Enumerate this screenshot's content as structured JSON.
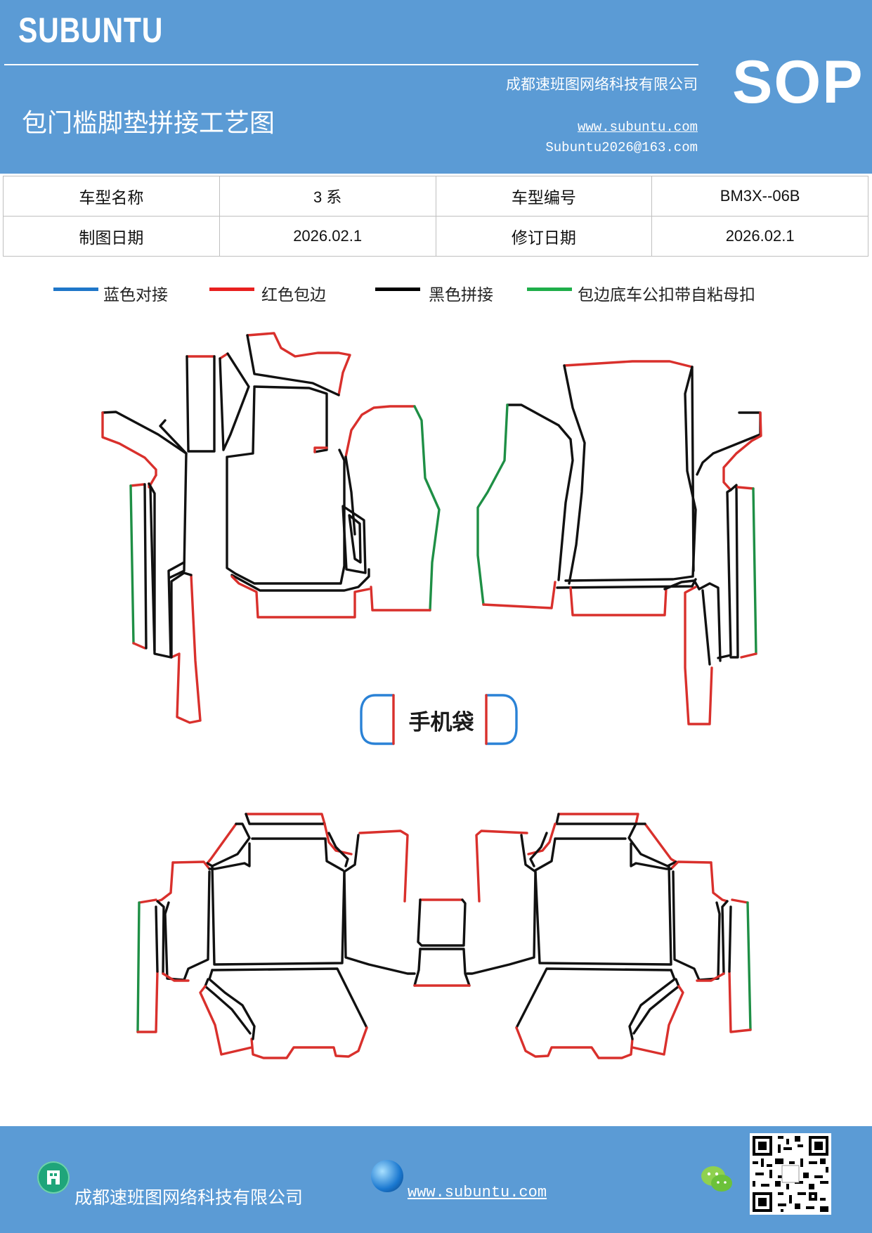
{
  "header": {
    "brand": "SUBUNTU",
    "badge": "SOP",
    "company": "成都速班图网络科技有限公司",
    "title": "包门槛脚垫拼接工艺图",
    "website": "www.subuntu.com",
    "email": "Subuntu2026@163.com"
  },
  "info_table": {
    "rows": [
      [
        "车型名称",
        "3 系",
        "车型编号",
        "BM3X--06B"
      ],
      [
        "制图日期",
        "2026.02.1",
        "修订日期",
        "2026.02.1"
      ]
    ]
  },
  "legend": [
    {
      "label": "蓝色对接",
      "color": "#1f77c9"
    },
    {
      "label": "红色包边",
      "color": "#e8201f"
    },
    {
      "label": "黑色拼接",
      "color": "#000000"
    },
    {
      "label": "包边底车公扣带自粘母扣",
      "color": "#1fae4a"
    }
  ],
  "drawing": {
    "pocket_label": "手机袋",
    "colors": {
      "black": "#111111",
      "red": "#d9302c",
      "green": "#1e8f45",
      "blue": "#2a82d6"
    }
  },
  "footer": {
    "company": "成都速班图网络科技有限公司",
    "website": "www.subuntu.com",
    "icons": [
      "building-icon",
      "globe-icon",
      "wechat-icon",
      "qr-code"
    ]
  }
}
